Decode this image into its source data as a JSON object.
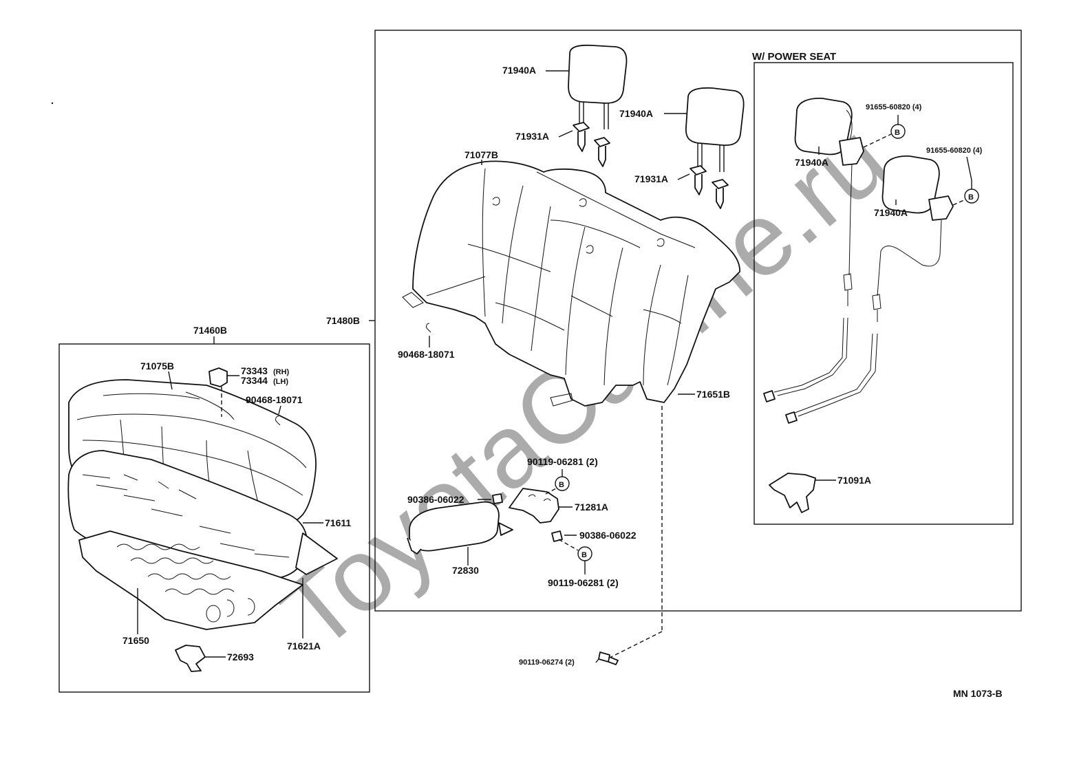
{
  "watermark": "ToyotaCarline.ru",
  "drawing_code": "MN 1073-B",
  "power_seat_title": "W/ POWER SEAT",
  "circle_mark": "B",
  "cushion": {
    "assembly": "71460B",
    "cover": "71075B",
    "hook_rh": "73343",
    "hook_rh_side": "(RH)",
    "hook_lh": "73344",
    "hook_lh_side": "(LH)",
    "clip": "90468-18071",
    "pad": "71611",
    "spring": "71650",
    "protector": "71621A",
    "lock": "72693"
  },
  "back": {
    "assembly": "71480B",
    "headrest_1": "71940A",
    "headrest_2": "71940A",
    "support_1": "71931A",
    "support_2": "71931A",
    "cover": "71077B",
    "clip": "90468-18071",
    "pad": "71651B",
    "bolt_top": "90119-06281 (2)",
    "nut_left": "90386-06022",
    "bracket": "71281A",
    "nut_right": "90386-06022",
    "armrest": "72830",
    "bolt_bottom": "90119-06281 (2)",
    "bolt_outside": "90119-06274 (2)"
  },
  "power_seat": {
    "headrest_1": "71940A",
    "headrest_2": "71940A",
    "screw_1": "91655-60820 (4)",
    "screw_2": "91655-60820 (4)",
    "hinge": "71091A"
  }
}
